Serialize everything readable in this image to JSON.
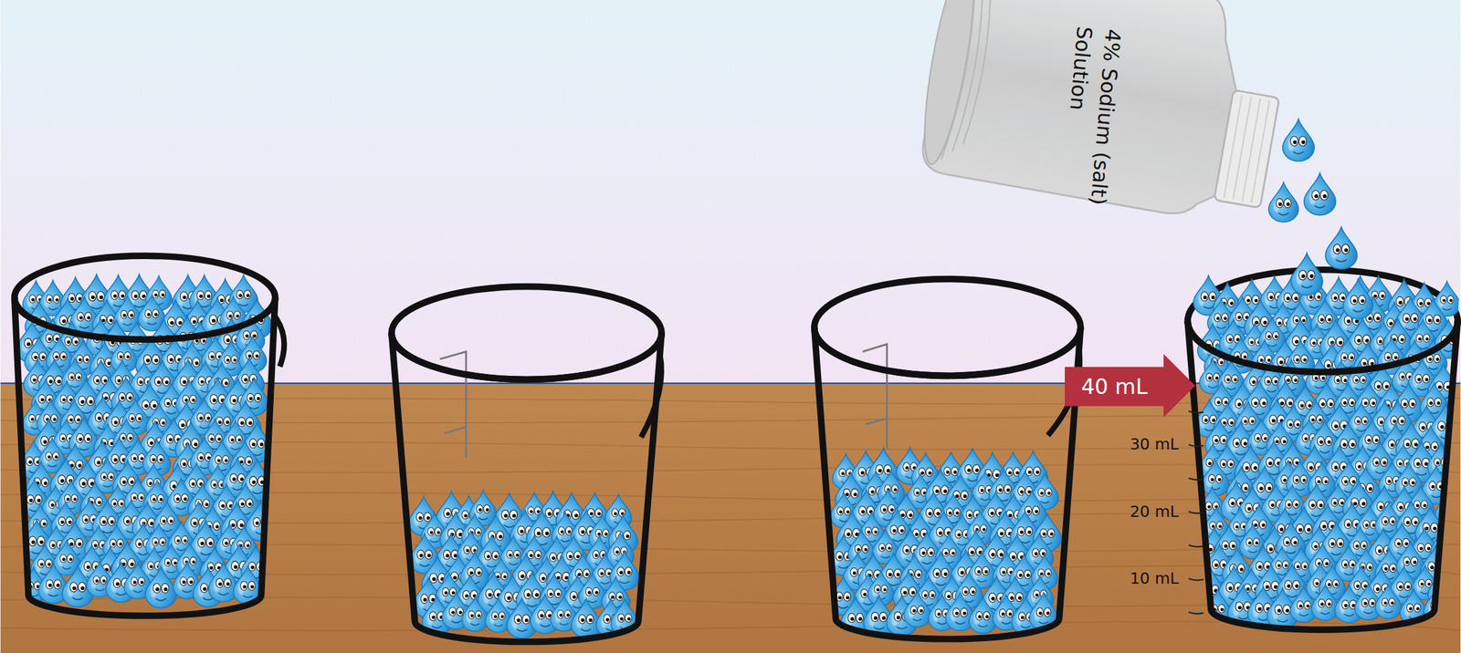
{
  "diagram": {
    "nodes": [
      {
        "text": [
          "4% Sodium (salt) Solution"
        ]
      },
      {
        "text": [
          "40 mL"
        ]
      }
    ],
    "labels": [
      "30 mL",
      "20 mL",
      "10 mL"
    ]
  }
}
